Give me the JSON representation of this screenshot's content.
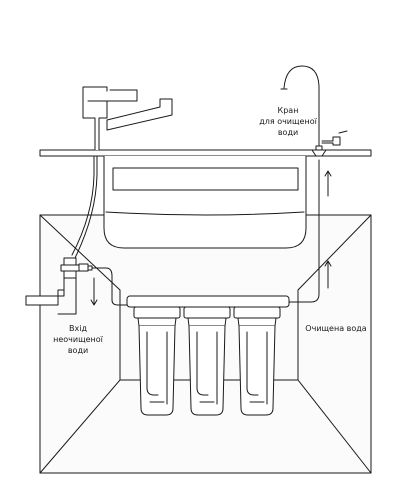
{
  "labels": {
    "faucet": {
      "line1": "Кран",
      "line2": "для очищеної",
      "line3": "води"
    },
    "inlet": {
      "line1": "Вхід",
      "line2": "неочищеної",
      "line3": "води"
    },
    "outlet": {
      "line1": "Очищена вода"
    }
  },
  "diagram": {
    "filter_stages": 3,
    "stroke_color": "#1a1a1a",
    "fill_color": "#ffffff",
    "cabinet_shade": "#f4f4f4"
  }
}
